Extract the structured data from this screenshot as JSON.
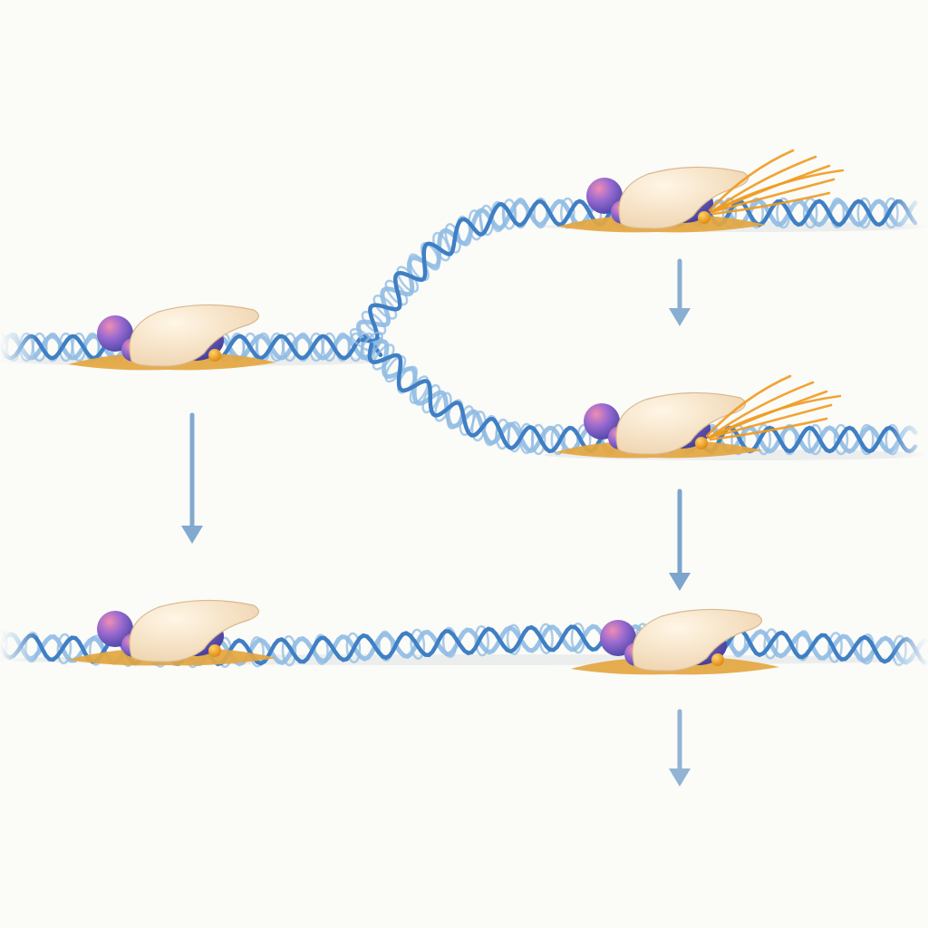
{
  "colors": {
    "background": "#fbfbf8",
    "dna_strand_dark": "#3f7fc4",
    "dna_strand_light": "#8fbbe3",
    "arrow": "#6f9bc8",
    "protein_cap": "#f6e4c6",
    "protein_body": "#5b4fb0",
    "protein_sphere": "#8a62c8",
    "protein_sphere_highlight": "#e97fa8",
    "base_plate": "#e4a640",
    "product_strands": "#f09a1e"
  },
  "scene": {
    "dna_segments": 5,
    "protein_complexes": 5,
    "arrows": 4,
    "complexes_emitting_strands": 2
  }
}
